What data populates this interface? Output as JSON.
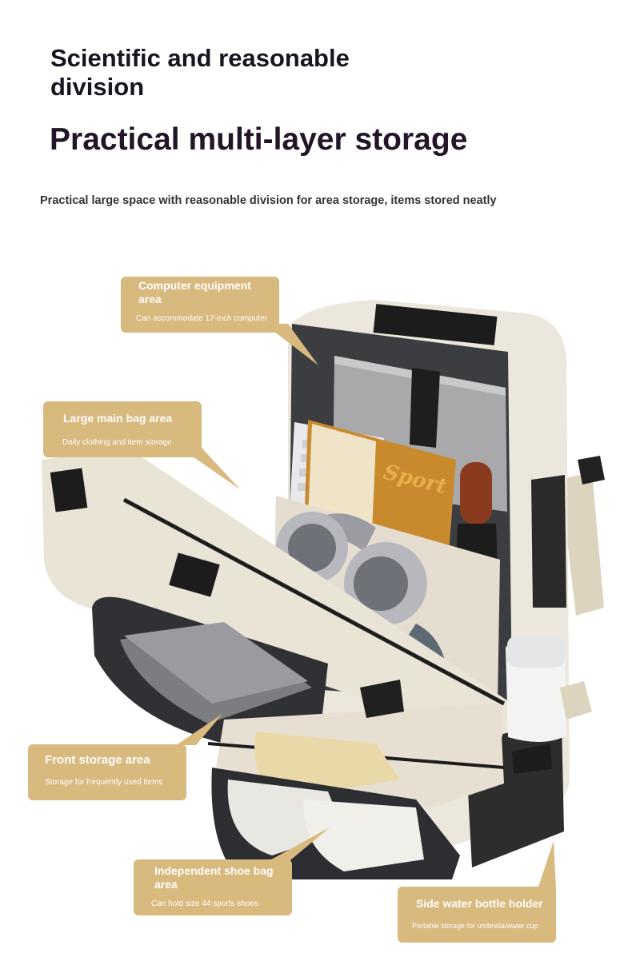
{
  "header": {
    "title_line": "Scientific and reasonable division",
    "headline": "Practical multi-layer storage",
    "subtitle": "Practical large space with reasonable division for area storage, items stored neatly"
  },
  "product": {
    "print_text": "Sport"
  },
  "callouts": [
    {
      "title": "Computer equipment area",
      "sub": "Can accommodate 17-inch computer"
    },
    {
      "title": "Large main bag area",
      "sub": "Daily clothing and item storage"
    },
    {
      "title": "Front storage area",
      "sub": "Storage for frequently used items"
    },
    {
      "title": "Independent shoe bag area",
      "sub": "Can hold size 44 sports shoes"
    },
    {
      "title": "Side water bottle holder",
      "sub": "Portable storage for umbrella/water cup"
    }
  ],
  "colors": {
    "callout_bg": "#d8b97e",
    "backpack_shell": "#ece7dc",
    "lining": "#3b3d40"
  }
}
